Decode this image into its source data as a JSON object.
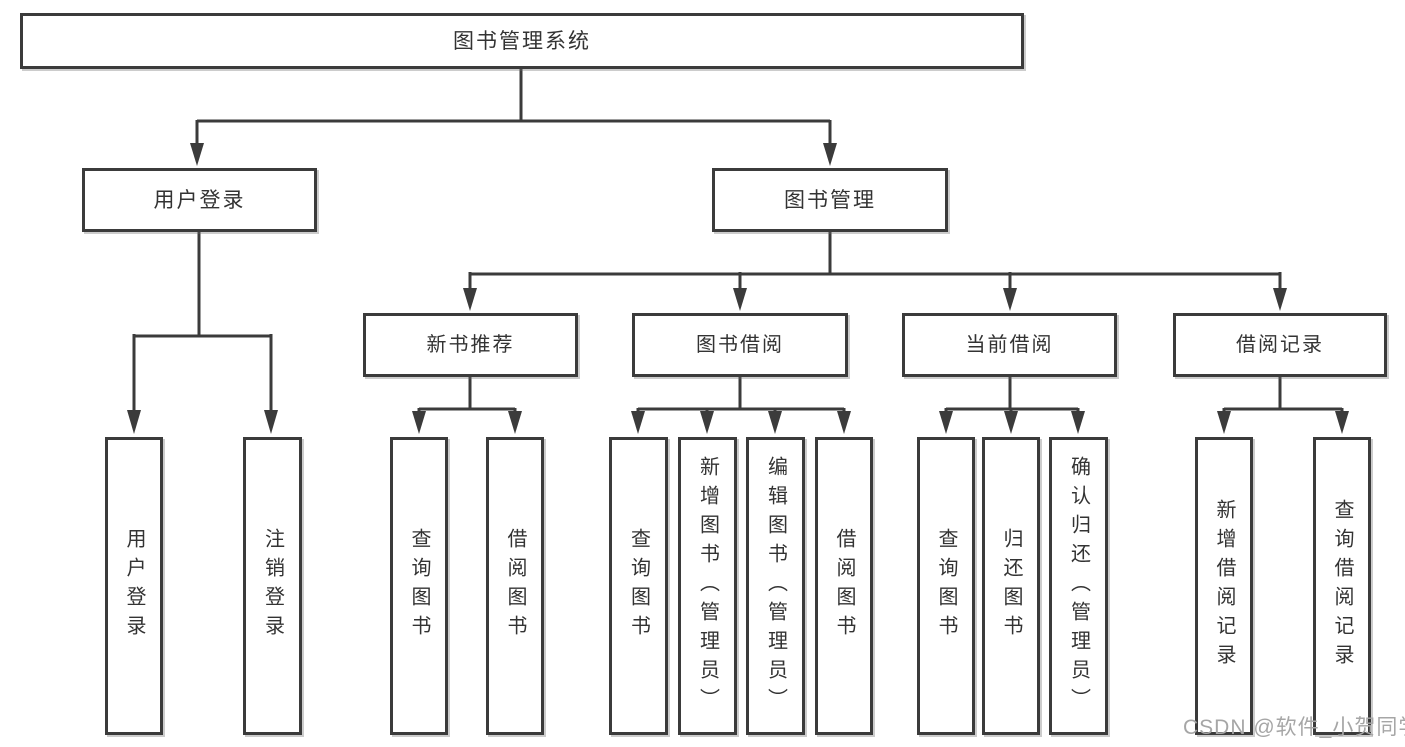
{
  "tree": {
    "label": "图书管理系统",
    "children": [
      {
        "label": "用户登录",
        "children": [
          {
            "label": "用户登录"
          },
          {
            "label": "注销登录"
          }
        ]
      },
      {
        "label": "图书管理",
        "children": [
          {
            "label": "新书推荐",
            "children": [
              {
                "label": "查询图书"
              },
              {
                "label": "借阅图书"
              }
            ]
          },
          {
            "label": "图书借阅",
            "children": [
              {
                "label": "查询图书"
              },
              {
                "label": "新增图书（管理员）"
              },
              {
                "label": "编辑图书（管理员）"
              },
              {
                "label": "借阅图书"
              }
            ]
          },
          {
            "label": "当前借阅",
            "children": [
              {
                "label": "查询图书"
              },
              {
                "label": "归还图书"
              },
              {
                "label": "确认归还（管理员）"
              }
            ]
          },
          {
            "label": "借阅记录",
            "children": [
              {
                "label": "新增借阅记录"
              },
              {
                "label": "查询借阅记录"
              }
            ]
          }
        ]
      }
    ]
  },
  "watermark": {
    "text": "CSDN @软件_小贺同学"
  },
  "colors": {
    "line": "#3b3b3b",
    "text": "#333333",
    "box_fill": "#ffffff",
    "watermark": "#a6a6a6",
    "background": "#ffffff"
  }
}
